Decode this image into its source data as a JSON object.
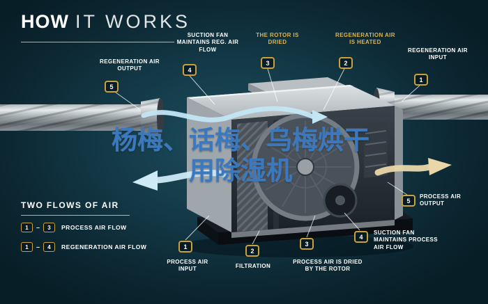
{
  "title": {
    "bold": "HOW",
    "light": "IT WORKS"
  },
  "watermark": {
    "line1": "杨梅、话梅、乌梅烘干",
    "line2": "用除湿机",
    "color": "#3a79c0"
  },
  "colors": {
    "background": "#0c2833",
    "badge_border": "#c9a23c",
    "gold_label": "#dcb551",
    "process_air_arrow": "#cdeaf6",
    "regen_air_arrow": "#e9d7a9"
  },
  "callouts": {
    "top": [
      {
        "num": "5",
        "label": "REGENERATION AIR OUTPUT"
      },
      {
        "num": "4",
        "label": "SUCTION FAN MAINTAINS REG. AIR FLOW"
      },
      {
        "num": "3",
        "label": "THE ROTOR IS DRIED"
      },
      {
        "num": "2",
        "label": "REGENERATION AIR IS HEATED"
      },
      {
        "num": "1",
        "label": "REGENERATION AIR INPUT"
      }
    ],
    "bottom": [
      {
        "num": "1",
        "label": "PROCESS AIR INPUT"
      },
      {
        "num": "2",
        "label": "FILTRATION"
      },
      {
        "num": "3",
        "label": "PROCESS AIR IS DRIED BY THE ROTOR"
      },
      {
        "num": "4",
        "label": "SUCTION FAN MAINTAINS PROCESS AIR FLOW"
      },
      {
        "num": "5",
        "label": "PROCESS AIR OUTPUT"
      }
    ]
  },
  "legend": {
    "heading": "TWO FLOWS OF AIR",
    "separator": "–",
    "items": [
      {
        "from": "1",
        "to": "3",
        "label": "PROCESS AIR FLOW"
      },
      {
        "from": "1",
        "to": "4",
        "label": "REGENERATION AIR FLOW"
      }
    ]
  }
}
